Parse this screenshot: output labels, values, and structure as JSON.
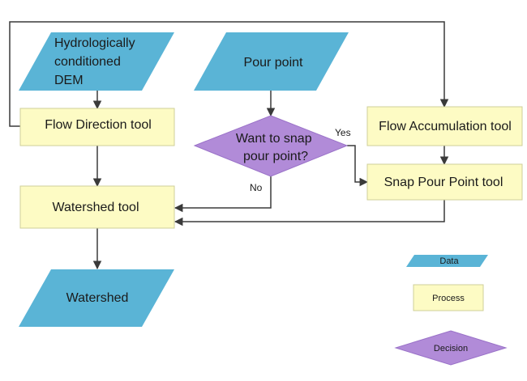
{
  "nodes": {
    "dem": {
      "lines": [
        "Hydrologically",
        "conditioned",
        "DEM"
      ]
    },
    "pour_point": {
      "label": "Pour point"
    },
    "flow_direction": {
      "label": "Flow Direction tool"
    },
    "decision": {
      "lines": [
        "Want to snap",
        "pour point?"
      ]
    },
    "flow_accumulation": {
      "label": "Flow Accumulation tool"
    },
    "snap_pour_point": {
      "label": "Snap Pour Point tool"
    },
    "watershed_tool": {
      "label": "Watershed tool"
    },
    "watershed": {
      "label": "Watershed"
    }
  },
  "edge_labels": {
    "yes": "Yes",
    "no": "No"
  },
  "legend": {
    "data": "Data",
    "process": "Process",
    "decision": "Decision"
  },
  "colors": {
    "data_fill": "#5ab4d6",
    "process_fill": "#fdfbc4",
    "process_stroke": "#cfcf9a",
    "decision_fill": "#b18bd8",
    "decision_stroke": "#9a72c8",
    "line": "#3a3a3a"
  }
}
